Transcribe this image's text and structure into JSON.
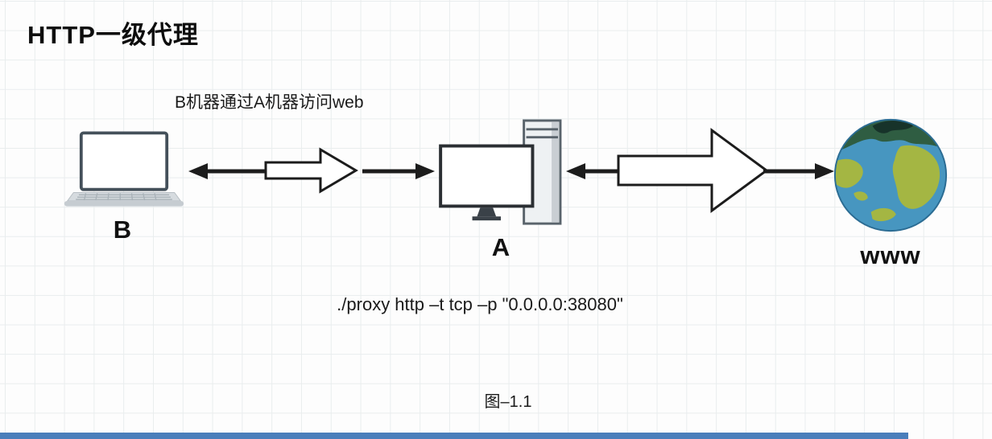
{
  "title": "HTTP一级代理",
  "annotation": "B机器通过A机器访问web",
  "nodes": {
    "laptop_label": "B",
    "proxy_label": "A",
    "web_label": "www"
  },
  "command": "./proxy http –t tcp –p \"0.0.0.0:38080\"",
  "caption": "图–1.1",
  "icons": {
    "laptop": "laptop-icon",
    "proxy_computer": "desktop-computer-icon",
    "web": "globe-icon",
    "link_left": "arrow-left-icon",
    "link_block": "block-arrow-right-icon",
    "link_right": "arrow-right-icon"
  },
  "colors": {
    "background": "#fdfdfd",
    "grid_line": "#e9edee",
    "arrow": "#1c1c1c",
    "globe_ocean": "#4796c0",
    "globe_land": "#a4b643",
    "bottom_bar": "#4a7ebb"
  }
}
